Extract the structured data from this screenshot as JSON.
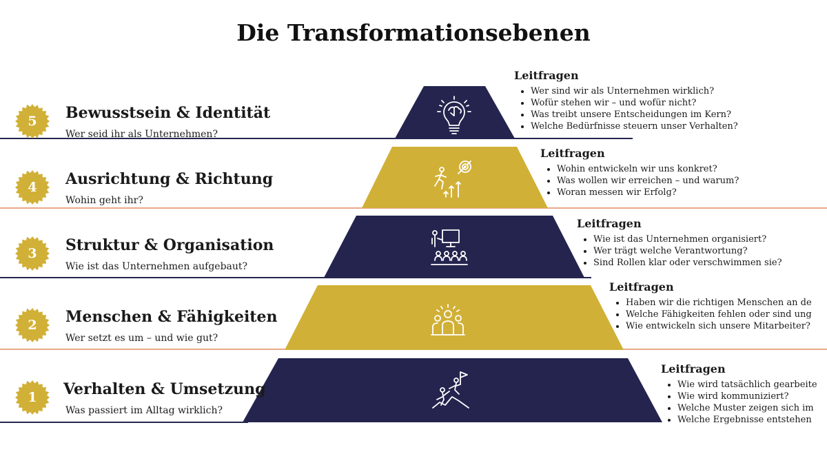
{
  "page": {
    "title": "Die Transformationsebenen"
  },
  "colors": {
    "navy": "#24244f",
    "gold": "#d1b037",
    "gold_line": "#e9a888"
  },
  "levels": [
    {
      "number": "5",
      "title": "Bewusstsein & Identität",
      "subtitle": "Wer seid ihr als Unternehmen?",
      "color": "navy",
      "icon": "lightbulb-brain-icon",
      "questions_heading": "Leitfragen",
      "questions": [
        "Wer sind wir als Unternehmen wirklich?",
        "Wofür stehen wir – und wofür nicht?",
        "Was treibt unsere Entscheidungen im Kern?",
        "Welche Bedürfnisse steuern unser Verhalten?"
      ]
    },
    {
      "number": "4",
      "title": "Ausrichtung & Richtung",
      "subtitle": "Wohin geht ihr?",
      "color": "gold",
      "icon": "runner-target-icon",
      "questions_heading": "Leitfragen",
      "questions": [
        "Wohin entwickeln wir uns konkret?",
        "Was wollen wir erreichen – und warum?",
        "Woran messen wir Erfolg?"
      ]
    },
    {
      "number": "3",
      "title": "Struktur & Organisation",
      "subtitle": "Wie ist das Unternehmen aufgebaut?",
      "color": "navy",
      "icon": "presentation-audience-icon",
      "questions_heading": "Leitfragen",
      "questions": [
        "Wie ist das Unternehmen organisiert?",
        "Wer trägt welche Verantwortung?",
        "Sind Rollen klar oder verschwimmen sie?"
      ]
    },
    {
      "number": "2",
      "title": "Menschen & Fähigkeiten",
      "subtitle": "Wer setzt es um – und wie gut?",
      "color": "gold",
      "icon": "team-people-icon",
      "questions_heading": "Leitfragen",
      "questions": [
        "Haben wir die richtigen Menschen an de",
        "Welche Fähigkeiten fehlen oder sind ung",
        "Wie entwickeln sich unsere Mitarbeiter?"
      ]
    },
    {
      "number": "1",
      "title": "Verhalten & Umsetzung",
      "subtitle": "Was passiert im Alltag wirklich?",
      "color": "navy",
      "icon": "climbing-flag-icon",
      "questions_heading": "Leitfragen",
      "questions": [
        "Wie wird tatsächlich gearbeite",
        "Wie wird kommuniziert?",
        "Welche Muster zeigen sich im",
        "Welche Ergebnisse entstehen"
      ]
    }
  ]
}
